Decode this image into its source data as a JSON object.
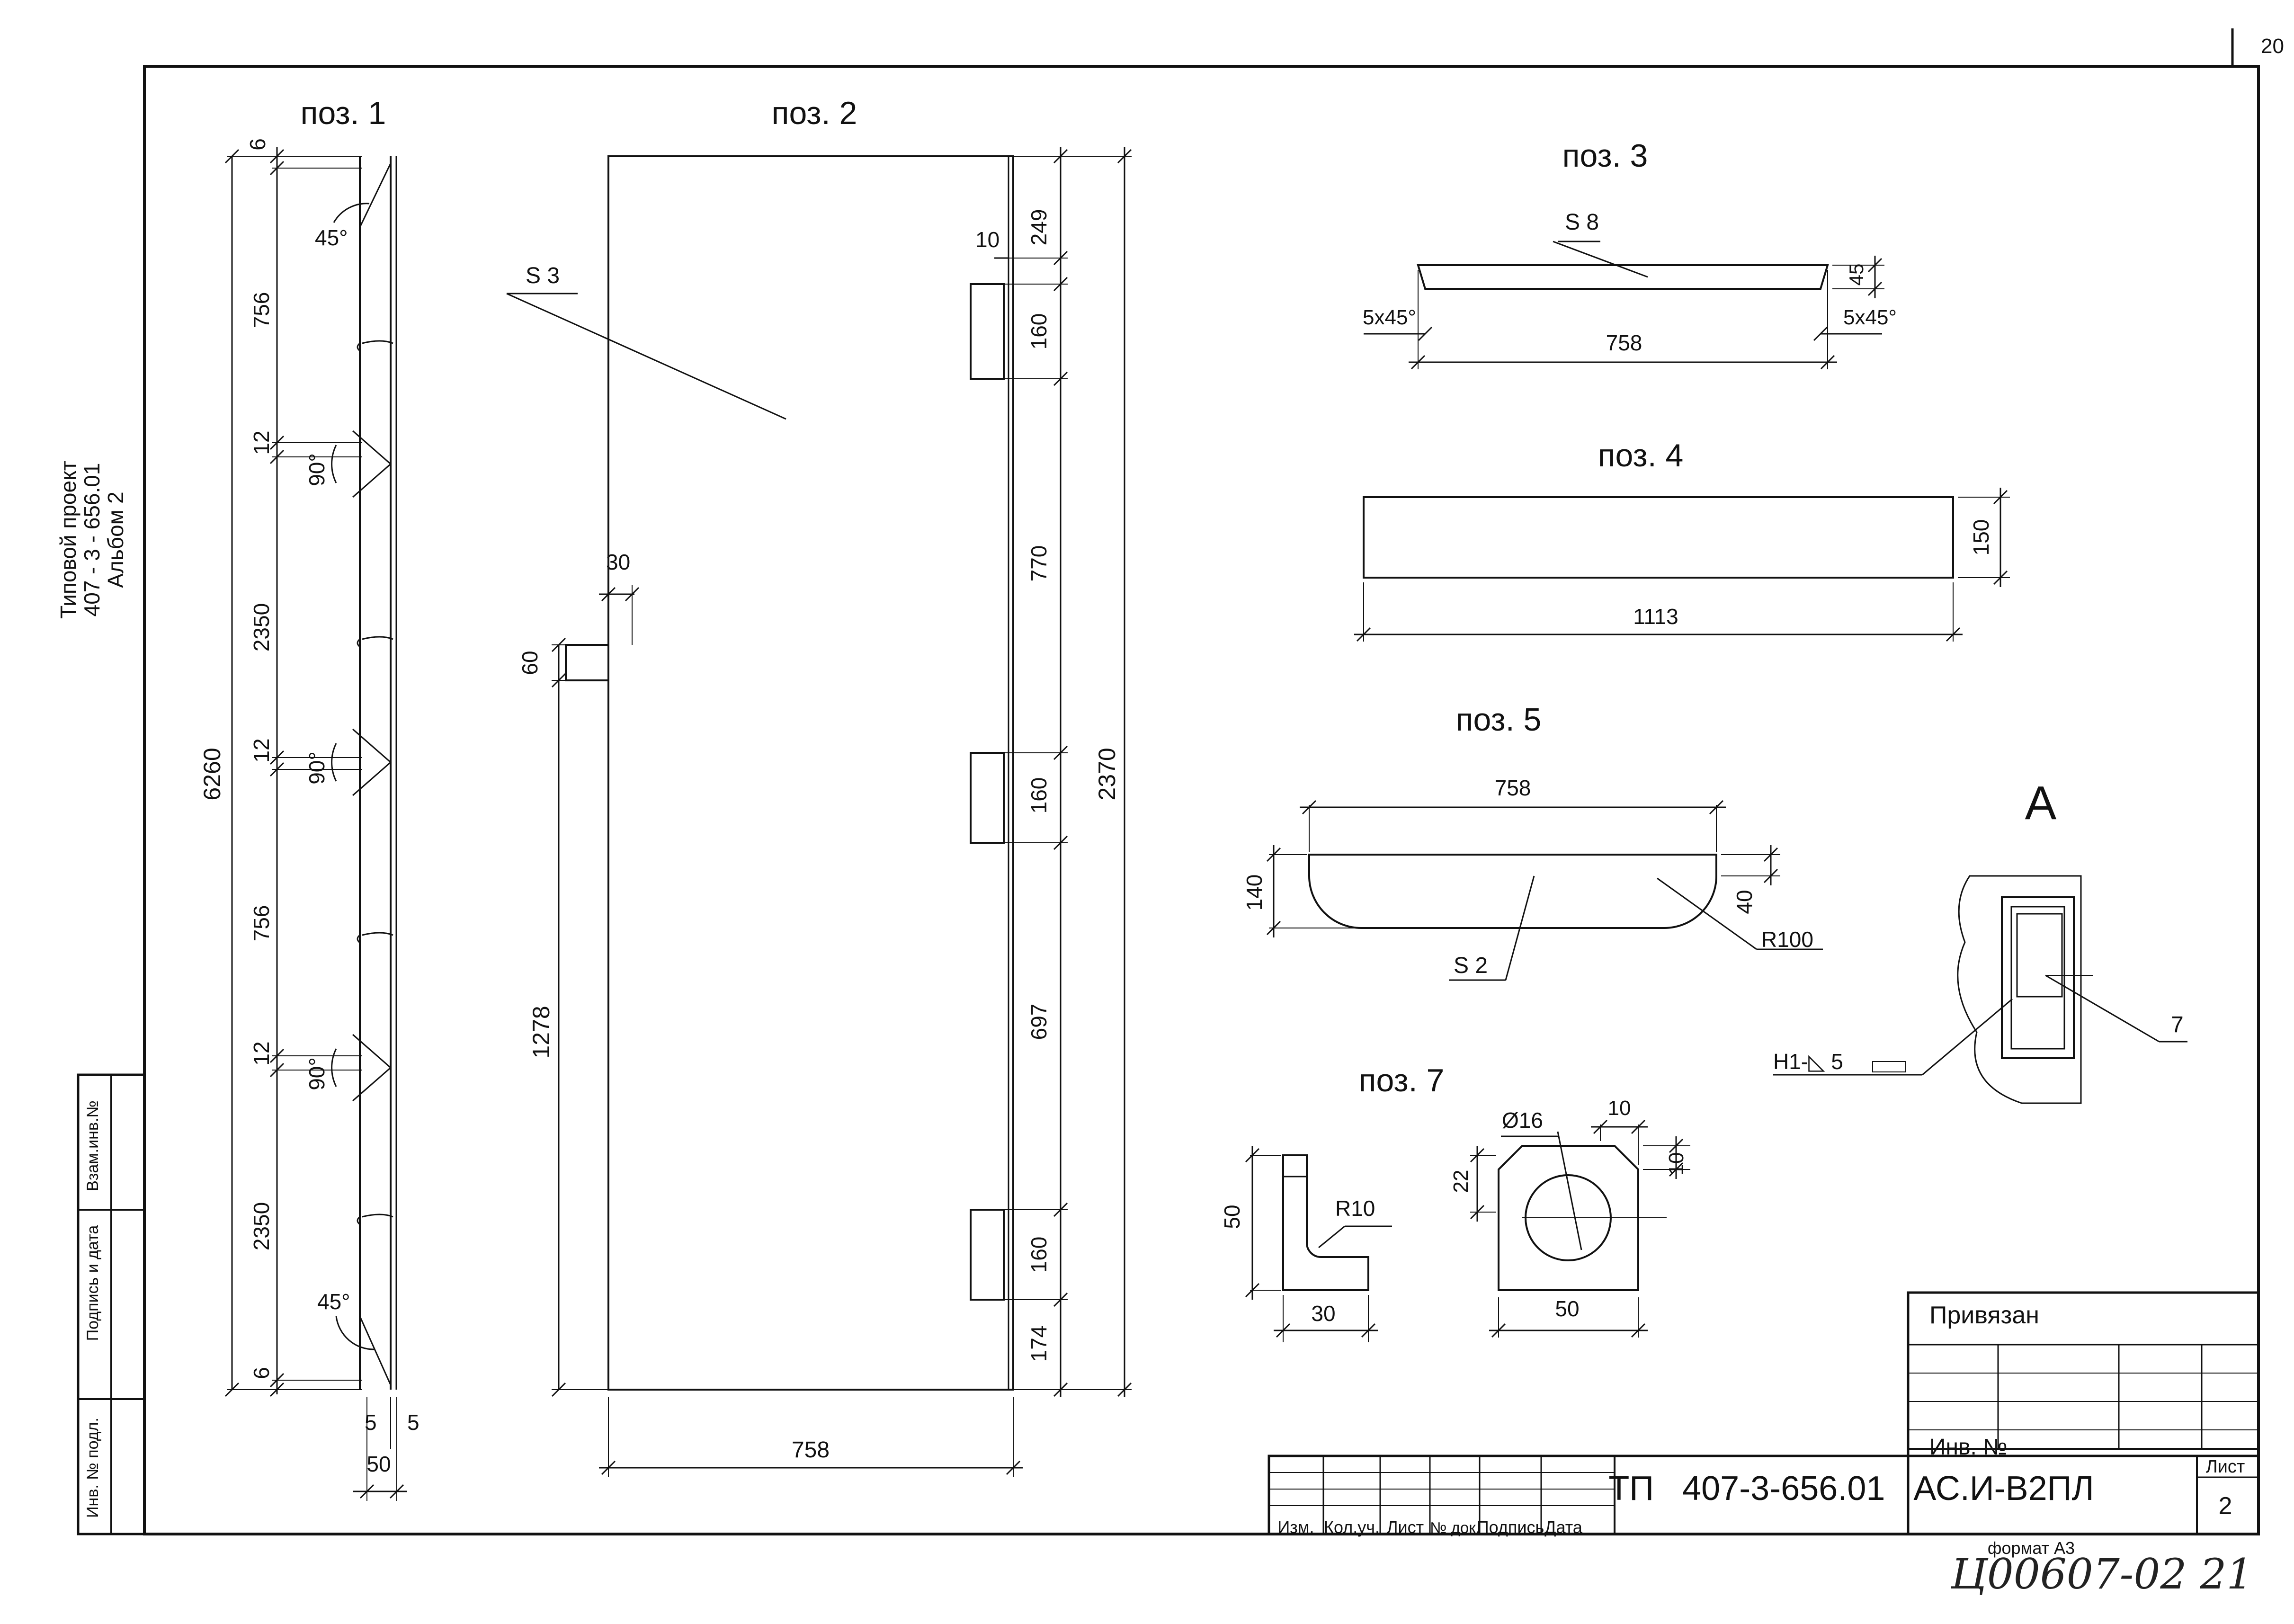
{
  "sheet": {
    "sheet_number": "20",
    "side_note": [
      "Типовой проект",
      "407 - 3 - 656.01",
      "Альбом 2"
    ],
    "side_stamp": [
      "Взам.инв.№",
      "Подпись и дата",
      "Инв. № подл."
    ],
    "format": "формат А3",
    "handwritten": "Ц00607-02 21"
  },
  "pos1": {
    "title": "поз. 1",
    "dims": [
      "6",
      "756",
      "12",
      "2350",
      "12",
      "756",
      "12",
      "2350",
      "6"
    ],
    "total": "6260",
    "angles": [
      "45°",
      "90°",
      "90°",
      "90°",
      "45°"
    ],
    "bottom": [
      "5",
      "5",
      "50"
    ]
  },
  "pos2": {
    "title": "поз. 2",
    "thickness": "S 3",
    "dims_right": [
      "10",
      "249",
      "160",
      "770",
      "160",
      "697",
      "160",
      "174"
    ],
    "total": "2370",
    "notch_w": "30",
    "notch_h": "60",
    "left_h": "1278",
    "width": "758"
  },
  "pos3": {
    "title": "поз. 3",
    "thickness": "S 8",
    "chamfer_l": "5x45°",
    "chamfer_r": "5x45°",
    "height": "45",
    "length": "758"
  },
  "pos4": {
    "title": "поз. 4",
    "height": "150",
    "length": "1113"
  },
  "pos5": {
    "title": "поз. 5",
    "length": "758",
    "height": "140",
    "edge": "40",
    "radius": "R100",
    "thickness": "S 2"
  },
  "pos7": {
    "title": "поз. 7",
    "h": "50",
    "radius": "R10",
    "w": "30",
    "hole": "Ø16",
    "d10a": "10",
    "d10b": "10",
    "d22": "22",
    "d50": "50"
  },
  "detailA": {
    "label": "А",
    "weld": "H1-◺ 5",
    "ref": "7"
  },
  "titleblock": {
    "bound": "Привязан",
    "inv": "Инв. №",
    "code": "ТП   407-3-656.01   АС.И-В2ПЛ",
    "sheet_label": "Лист",
    "sheet_no": "2",
    "cols": [
      "Изм.",
      "Кол.уч.",
      "Лист",
      "№ док.",
      "Подпись",
      "Дата"
    ]
  }
}
